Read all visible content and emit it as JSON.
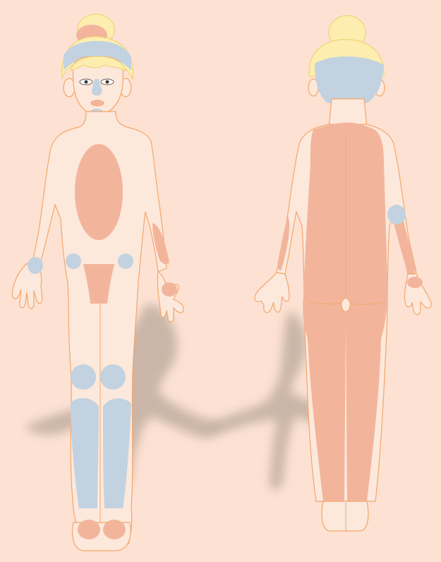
{
  "colors": {
    "background": "#fde2d3",
    "skin": "#fde8dc",
    "outline": "#f3a66a",
    "hair": "#fdeeb0",
    "hair_outline": "#f0d27a",
    "region_salmon": "#f2b59c",
    "region_blue": "#c2d2e0",
    "shadow": "#b9a79a"
  },
  "figures": [
    {
      "name": "front-view",
      "label": ""
    },
    {
      "name": "back-view",
      "label": ""
    }
  ],
  "regions": {
    "salmon": [
      "chest-abdomen",
      "groin",
      "right-forearm",
      "right-palm",
      "feet",
      "back",
      "buttocks",
      "legs-back",
      "right-forearm-back",
      "left-forearm-back",
      "right-palm-back",
      "hair-bun-front"
    ],
    "blue": [
      "scalp",
      "nose-mouth",
      "wrist",
      "hips",
      "knees",
      "shins",
      "elbow-back",
      "scalp-back"
    ]
  }
}
